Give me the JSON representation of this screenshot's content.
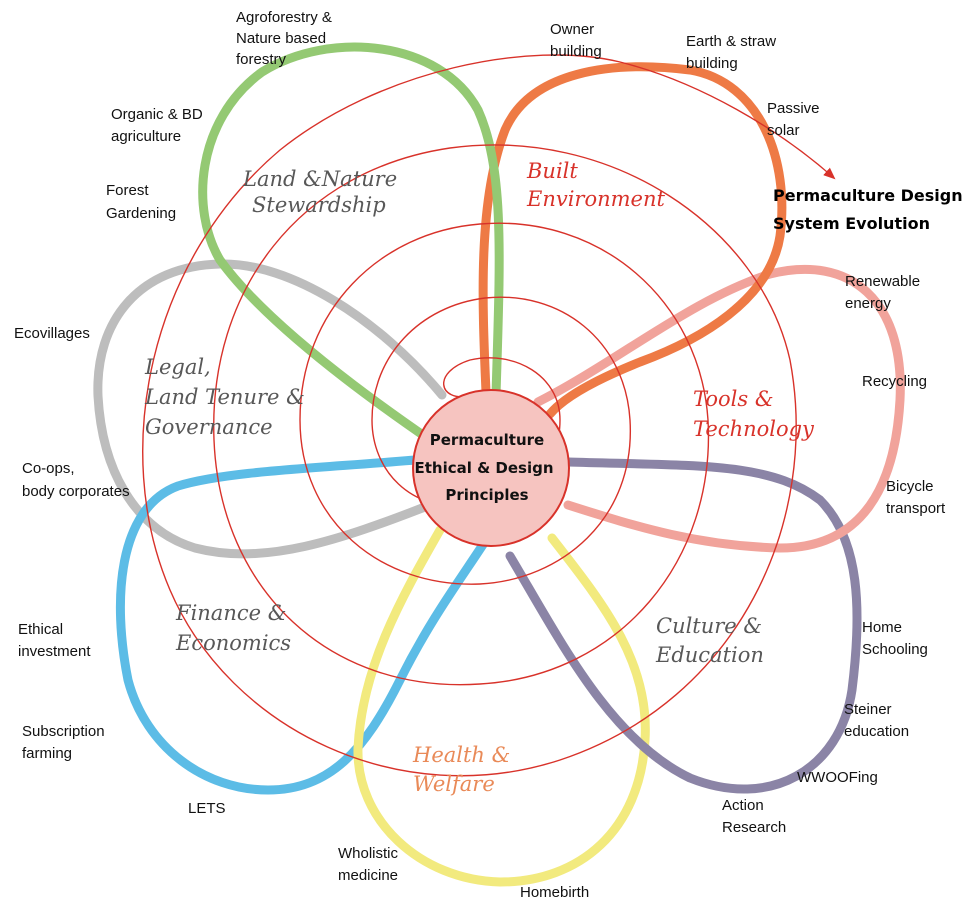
{
  "colors": {
    "spiral": "#d8322a",
    "center_fill": "#f6c4c0",
    "center_stroke": "#d8322a",
    "petal_land": "#94c973",
    "petal_built": "#ee7a45",
    "petal_tools": "#f1a39b",
    "petal_culture": "#8b84a6",
    "petal_health": "#f2ea7e",
    "petal_finance": "#5cbce6",
    "petal_legal": "#bdbdbd",
    "domain_text": "#585858",
    "domain_text_accent": "#d8322a",
    "domain_text_health": "#e98a58"
  },
  "title": {
    "line1": "Permaculture Design",
    "line2": "System Evolution"
  },
  "center": {
    "line1": "Permaculture",
    "line2": "Ethical & Design",
    "line3": "Principles"
  },
  "domains": {
    "land": {
      "line1": "Land &Nature",
      "line2": "Stewardship"
    },
    "built": {
      "line1": "Built",
      "line2": "Environment"
    },
    "tools": {
      "line1": "Tools &",
      "line2": "Technology"
    },
    "culture": {
      "line1": "Culture &",
      "line2": "Education"
    },
    "health": {
      "line1": "Health &",
      "line2": "Welfare"
    },
    "finance": {
      "line1": "Finance &",
      "line2": "Economics"
    },
    "legal": {
      "line1": "Legal,",
      "line2": "Land Tenure &",
      "line3": "Governance"
    }
  },
  "examples": {
    "agroforestry": {
      "line1": "Agroforestry &",
      "line2": "Nature based",
      "line3": "forestry"
    },
    "organic": {
      "line1": "Organic & BD",
      "line2": "agriculture"
    },
    "forest_gardening": {
      "line1": "Forest",
      "line2": "Gardening"
    },
    "owner_building": {
      "line1": "Owner",
      "line2": "building"
    },
    "earth_straw": {
      "line1": "Earth & straw",
      "line2": "building"
    },
    "passive_solar": {
      "line1": "Passive",
      "line2": "solar"
    },
    "renewable": {
      "line1": "Renewable",
      "line2": "energy"
    },
    "recycling": {
      "line1": "Recycling"
    },
    "bicycle": {
      "line1": "Bicycle",
      "line2": "transport"
    },
    "home_schooling": {
      "line1": "Home",
      "line2": "Schooling"
    },
    "steiner": {
      "line1": "Steiner",
      "line2": "education"
    },
    "wwoofing": {
      "line1": "WWOOFing"
    },
    "action_research": {
      "line1": "Action",
      "line2": "Research"
    },
    "homebirth": {
      "line1": "Homebirth"
    },
    "wholistic": {
      "line1": "Wholistic",
      "line2": "medicine"
    },
    "lets": {
      "line1": "LETS"
    },
    "subscription": {
      "line1": "Subscription",
      "line2": "farming"
    },
    "ethical_investment": {
      "line1": "Ethical",
      "line2": "investment"
    },
    "coops": {
      "line1": "Co-ops,",
      "line2": "body  corporates"
    },
    "ecovillages": {
      "line1": "Ecovillages"
    }
  }
}
